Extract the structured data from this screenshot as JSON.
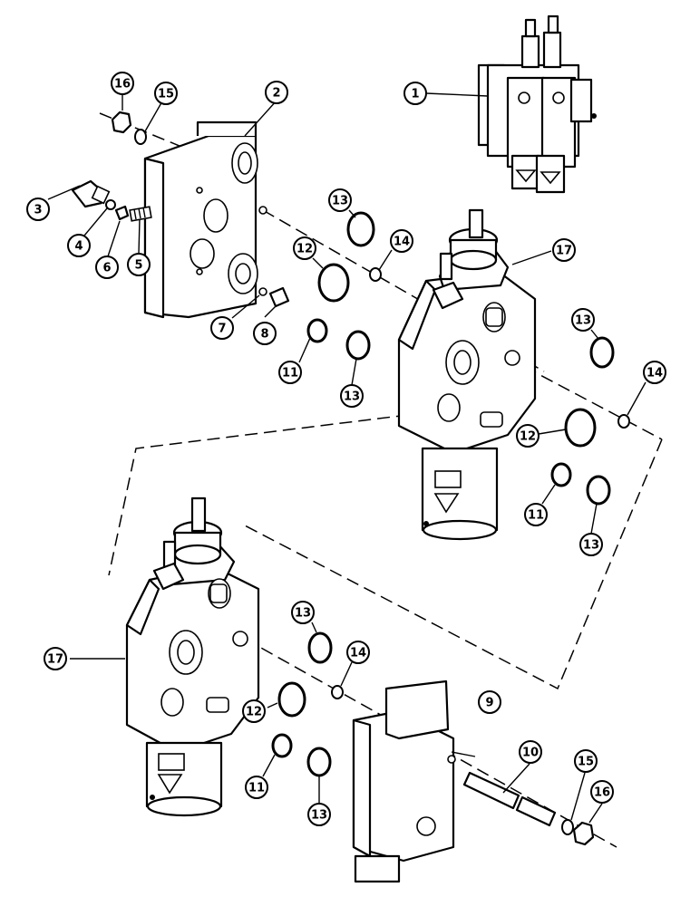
{
  "callouts": {
    "c1": "1",
    "c2": "2",
    "c3": "3",
    "c4": "4",
    "c5": "5",
    "c6": "6",
    "c7": "7",
    "c8": "8",
    "c9": "9",
    "c10": "10",
    "c11a": "11",
    "c11b": "11",
    "c11c": "11",
    "c12a": "12",
    "c12b": "12",
    "c12c": "12",
    "c13a": "13",
    "c13b": "13",
    "c13c": "13",
    "c13d": "13",
    "c13e": "13",
    "c13f": "13",
    "c14a": "14",
    "c14b": "14",
    "c14c": "14",
    "c15a": "15",
    "c15b": "15",
    "c16a": "16",
    "c16b": "16",
    "c17a": "17",
    "c17b": "17"
  }
}
